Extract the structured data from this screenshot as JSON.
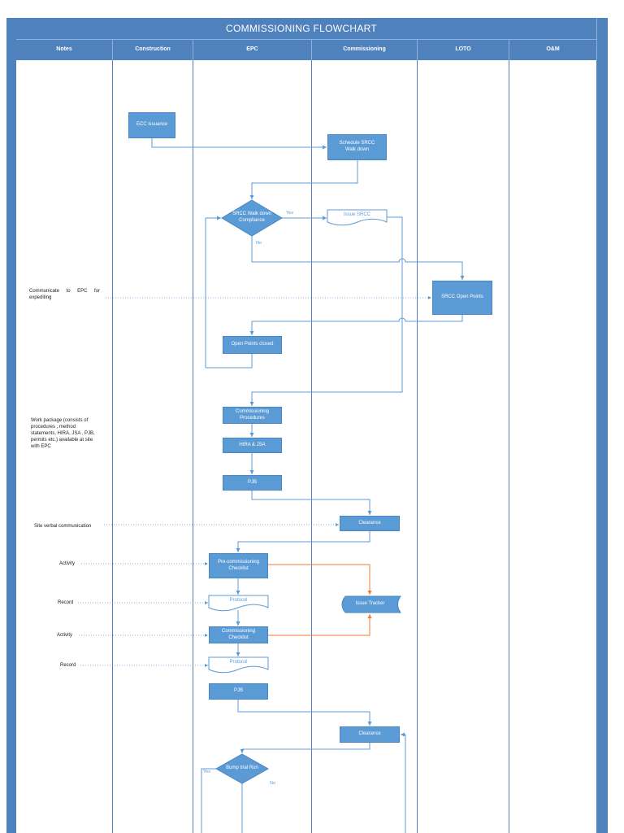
{
  "title": "COMMISSIONING FLOWCHART",
  "lanes": [
    "Notes",
    "Construction",
    "EPC",
    "Commissioning",
    "LOTO",
    "O&M"
  ],
  "nodes": {
    "ecc_issuance": "ECC issuance",
    "schedule_srcc_walk_down": "Schedule SRCC Walk down",
    "srcc_walk_down_compliance": "SRCC Walk down Compliance",
    "issue_srcc": "Issue SRCC",
    "srcc_open_points": "SRCC Open Points",
    "open_points_closed": "Open Points closed",
    "commissioning_procedures": "Commissioning Procedures",
    "hira_jsa": "HIRA & JSA",
    "pjb_1": "PJB",
    "clearance_1": "Clearance",
    "pre_commissioning_checklist": "Pre-commissioning Checklist",
    "protocol_1": "Protocol",
    "issue_tracker": "Issue Tracker",
    "commissioning_checklist": "Commissioning Checklist",
    "protocol_2": "Protocol",
    "pjb_2": "PJB",
    "clearance_2": "Clearance",
    "bump_trial_run": "Bump trial Run"
  },
  "edge_labels": {
    "compliance_yes": "Yes",
    "compliance_no": "No",
    "bump_trial_yes": "Yes",
    "bump_trial_no": "No"
  },
  "notes": {
    "communicate_to_epc": "Communicate to EPC for expediting",
    "work_package": "Work package (consists of procedures , method statements, HIRA, JSA , PJB, permits etc.) available at site with EPC",
    "site_verbal_communication": "Site verbal communication",
    "activity_1": "Activity",
    "record_1": "Record",
    "activity_2": "Activity",
    "record_2": "Record"
  },
  "colors": {
    "header_fill": "#4f81bd",
    "process_fill": "#5b9bd5",
    "connector": "#5b9bd5",
    "issue_connector": "#ed7d31",
    "note_text": "#1a1a1a"
  }
}
